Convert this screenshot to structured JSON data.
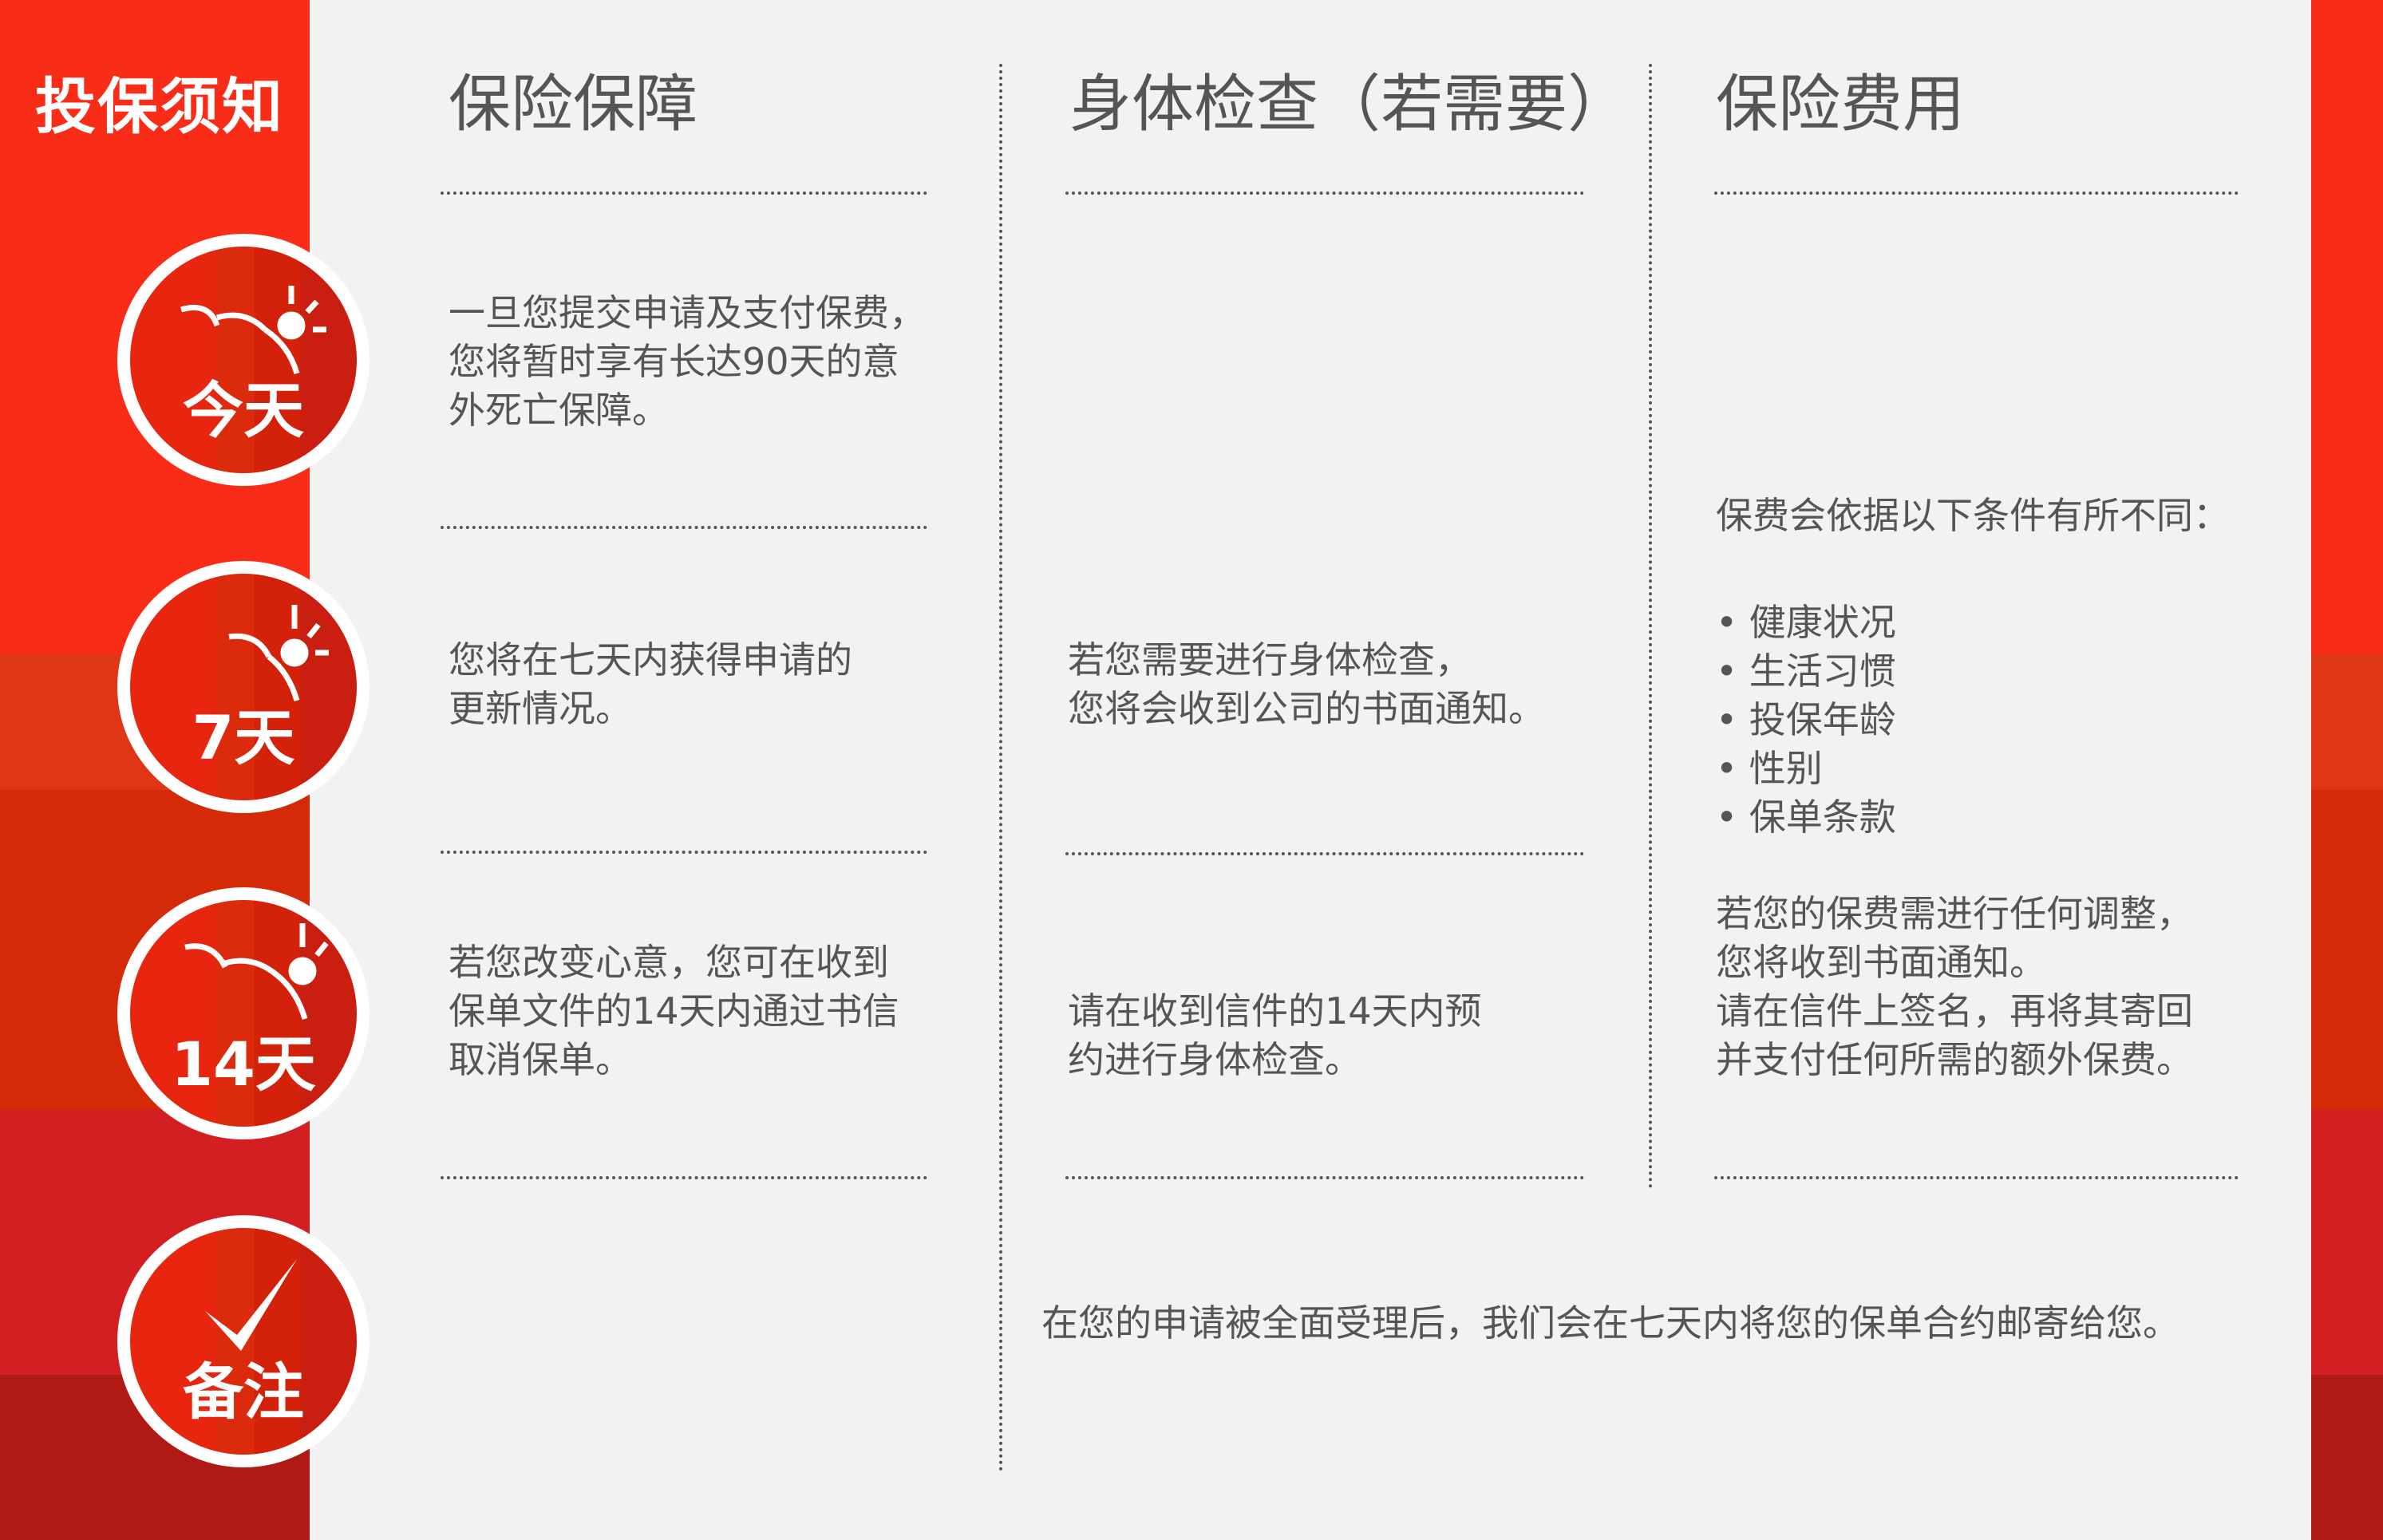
{
  "sidebar": {
    "title": "投保须知",
    "steps": [
      {
        "label": "今天",
        "icon": "sun-cloud-icon"
      },
      {
        "label": "7天",
        "icon": "sun-cloud-icon"
      },
      {
        "label": "14天",
        "icon": "sun-cloud-icon"
      },
      {
        "label": "备注",
        "icon": "checkmark-icon"
      }
    ]
  },
  "columns": {
    "coverage": {
      "heading": "保险保障",
      "today": [
        "一旦您提交申请及支付保费，",
        "您将暂时享有长达90天的意",
        "外死亡保障。"
      ],
      "day7": [
        "您将在七天内获得申请的",
        "更新情况。"
      ],
      "day14": [
        "若您改变心意，您可在收到",
        "保单文件的14天内通过书信",
        "取消保单。"
      ]
    },
    "medical": {
      "heading": "身体检查（若需要）",
      "day7": [
        "若您需要进行身体检查，",
        "您将会收到公司的书面通知。"
      ],
      "day14": [
        "请在收到信件的14天内预",
        "约进行身体检查。"
      ]
    },
    "premium": {
      "heading": "保险费用",
      "intro": "保费会依据以下条件有所不同：",
      "factors": [
        "健康状况",
        "生活习惯",
        "投保年龄",
        "性别",
        "保单条款"
      ],
      "adjust": [
        "若您的保费需进行任何调整，",
        "您将收到书面通知。",
        "请在信件上签名，再将其寄回",
        "并支付任何所需的额外保费。"
      ]
    }
  },
  "note": "在您的申请被全面受理后，我们会在七天内将您的保单合约邮寄给您。",
  "colors": {
    "red": "#f92c18",
    "orange_red": "#e03516",
    "dark_orange": "#d42a08",
    "crimson": "#d41f22",
    "dark_red": "#b11a14",
    "background": "#f2f2f2",
    "text": "#555555"
  }
}
